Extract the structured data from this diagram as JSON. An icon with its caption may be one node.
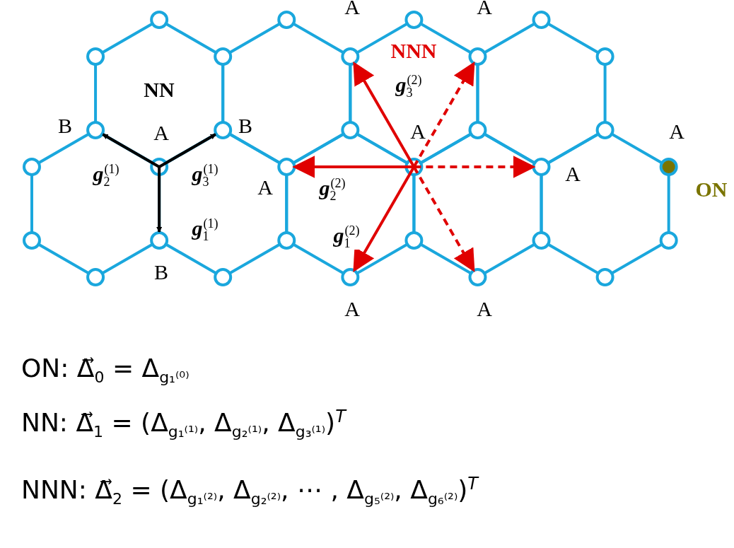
{
  "diagram": {
    "labels": [
      "A",
      "A",
      "NNN",
      "NN",
      "**g**$_{3}$$^{(2)}$",
      "B",
      "A",
      "B",
      "A",
      "A",
      "**g**$_{2}$$^{(1)}$",
      "**g**$_{3}$$^{(1)}$",
      "A",
      "A",
      "ON",
      "**g**$_{2}$$^{(2)}$",
      "**g**$_{1}$$^{(1)}$",
      "**g**$_{1}$$^{(2)}$",
      "B",
      "A",
      "A",
      "ON: Δ⃗$_{0}$ = Δ$_{g₁⁽⁰⁾}$",
      "NN: Δ⃗$_{1}$ = (Δ$_{g₁⁽¹⁾}$, Δ$_{g₂⁽¹⁾}$, Δ$_{g₃⁽¹⁾}$)$^{T}$",
      "NNN: Δ⃗$_{2}$ = (Δ$_{g₁⁽²⁾}$, Δ$_{g₂⁽²⁾}$, ⋯ , Δ$_{g₅⁽²⁾}$, Δ$_{g₆⁽²⁾}$)$^{T}$"
    ]
  }
}
